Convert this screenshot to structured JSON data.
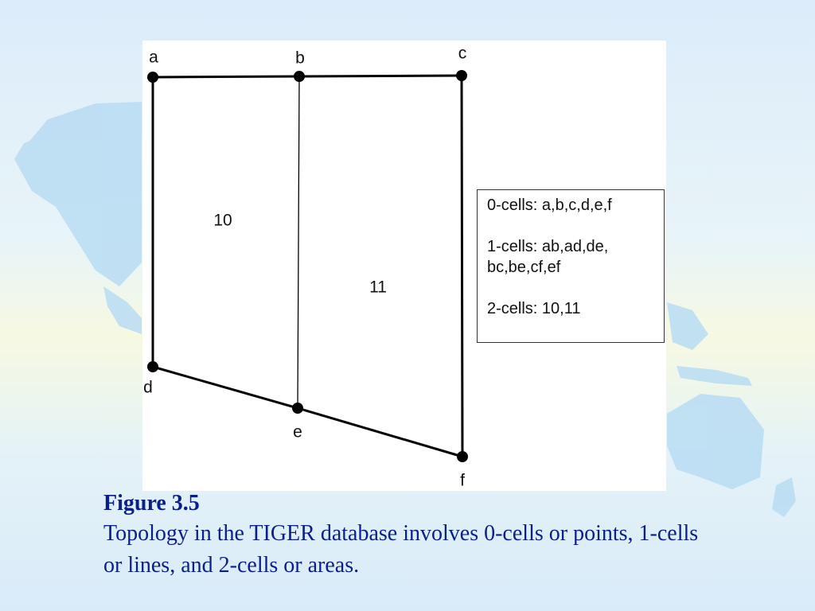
{
  "diagram": {
    "nodes": [
      {
        "id": "a",
        "label": "a"
      },
      {
        "id": "b",
        "label": "b"
      },
      {
        "id": "c",
        "label": "c"
      },
      {
        "id": "d",
        "label": "d"
      },
      {
        "id": "e",
        "label": "e"
      },
      {
        "id": "f",
        "label": "f"
      }
    ],
    "edges": [
      {
        "from": "a",
        "to": "b"
      },
      {
        "from": "b",
        "to": "c"
      },
      {
        "from": "a",
        "to": "d"
      },
      {
        "from": "d",
        "to": "e"
      },
      {
        "from": "e",
        "to": "f"
      },
      {
        "from": "c",
        "to": "f"
      },
      {
        "from": "b",
        "to": "e"
      }
    ],
    "areas": [
      {
        "id": "10",
        "label": "10"
      },
      {
        "id": "11",
        "label": "11"
      }
    ],
    "legend": {
      "zero_cells": "0-cells: a,b,c,d,e,f",
      "one_cells_line1": "1-cells: ab,ad,de,",
      "one_cells_line2": "bc,be,cf,ef",
      "two_cells": "2-cells: 10,11"
    }
  },
  "caption": {
    "title": "Figure 3.5",
    "body": "Topology in the TIGER database involves 0-cells or points, 1-cells or lines, and 2-cells or areas."
  }
}
